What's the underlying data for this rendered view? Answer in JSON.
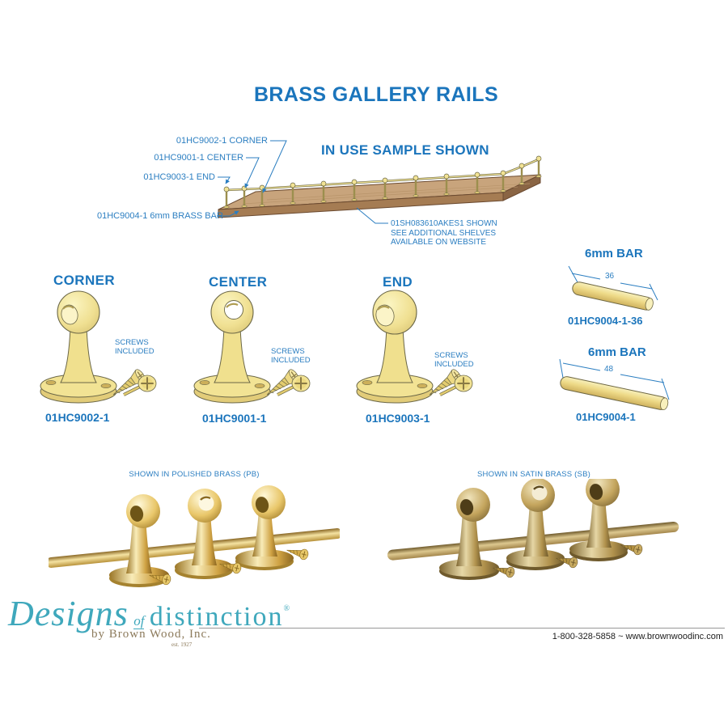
{
  "page": {
    "title": "BRASS GALLERY RAILS"
  },
  "sample": {
    "heading": "IN USE SAMPLE SHOWN",
    "callout_corner": "01HC9002-1 CORNER",
    "callout_center": "01HC9001-1 CENTER",
    "callout_end": "01HC9003-1 END",
    "callout_bar": "01HC9004-1 6mm BRASS BAR",
    "note_line1": "01SH083610AKES1 SHOWN",
    "note_line2": "SEE ADDITIONAL SHELVES",
    "note_line3": "AVAILABLE ON WEBSITE"
  },
  "products": [
    {
      "name": "CORNER",
      "part": "01HC9002-1",
      "screws": "SCREWS INCLUDED"
    },
    {
      "name": "CENTER",
      "part": "01HC9001-1",
      "screws": "SCREWS INCLUDED"
    },
    {
      "name": "END",
      "part": "01HC9003-1",
      "screws": "SCREWS INCLUDED"
    }
  ],
  "bars": [
    {
      "heading": "6mm BAR",
      "length": "36",
      "part": "01HC9004-1-36"
    },
    {
      "heading": "6mm BAR",
      "length": "48",
      "part": "01HC9004-1"
    }
  ],
  "finishes": [
    {
      "caption": "SHOWN IN POLISHED BRASS (PB)"
    },
    {
      "caption": "SHOWN IN SATIN BRASS (SB)"
    }
  ],
  "footer": {
    "logo_designs": "Designs",
    "logo_of": "of",
    "logo_distinction": "distinction",
    "logo_reg": "®",
    "byline": "by Brown Wood, Inc.",
    "est": "est. 1927",
    "contact": "1-800-328-5858 ~ www.brownwoodinc.com"
  },
  "colors": {
    "accent_blue": "#1B75BC",
    "label_blue": "#2B7EC1",
    "brass_fill": "#F2E394",
    "wood_tan": "#C8A47C",
    "logo_teal": "#3FA8BC",
    "logo_brown": "#8C7A5B"
  }
}
